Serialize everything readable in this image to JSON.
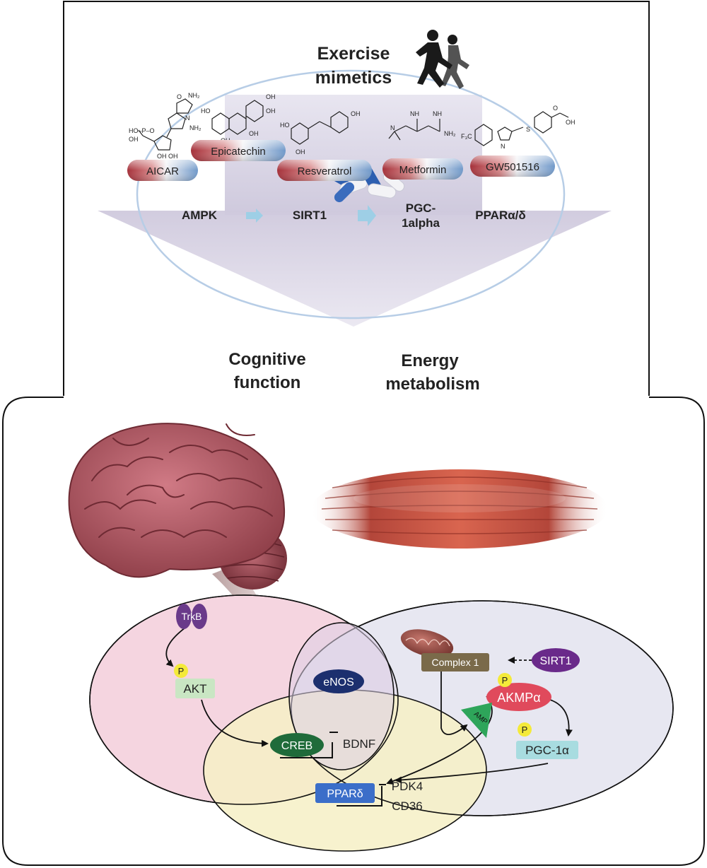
{
  "top": {
    "title_line1": "Exercise",
    "title_line2": "mimetics",
    "compounds": [
      {
        "name": "AICAR"
      },
      {
        "name": "Epicatechin"
      },
      {
        "name": "Resveratrol"
      },
      {
        "name": "Metformin"
      },
      {
        "name": "GW501516"
      }
    ],
    "pathway": {
      "ampk": "AMPK",
      "sirt1": "SIRT1",
      "pgc_line1": "PGC-",
      "pgc_line2": "1alpha",
      "ppar": "PPARα/δ"
    },
    "outcomes": {
      "cognitive_line1": "Cognitive",
      "cognitive_line2": "function",
      "energy_line1": "Energy",
      "energy_line2": "metabolism"
    },
    "chem": {
      "aicar_nh2_top": "NH₂",
      "aicar_nh2_side": "NH₂",
      "aicar_o": "O",
      "aicar_n": "N",
      "aicar_oh_a": "OH",
      "aicar_oh_b": "OH",
      "aicar_oh_c": "OH",
      "aicar_p": "HO–P–O",
      "epi_oh1": "OH",
      "epi_oh2": "OH",
      "epi_oh3": "OH",
      "epi_oh4": "OH",
      "epi_ho": "HO",
      "res_oh1": "OH",
      "res_ho": "HO",
      "res_oh2": "OH",
      "met_nh1": "NH",
      "met_nh2": "NH",
      "met_nh3": "NH₂",
      "met_n": "N",
      "gw_cf3": "F₃C",
      "gw_s": "S",
      "gw_n": "N",
      "gw_o": "O",
      "gw_oh": "OH"
    }
  },
  "bottom": {
    "trkb": "TrkB",
    "p_akt": "P",
    "akt": "AKT",
    "enos": "eNOS",
    "creb": "CREB",
    "bdnf": "BDNF",
    "ppard": "PPARδ",
    "pdk4": "PDK4",
    "cd36": "CD36",
    "complex1": "Complex 1",
    "sirt1": "SIRT1",
    "p_akmp": "P",
    "akmp": "AKMPα",
    "amp": "AMP",
    "p_pgc": "P",
    "pgc": "PGC-1α"
  },
  "colors": {
    "brain_ellipse": "#f5d5e0",
    "muscle_ellipse": "#e3e3ef",
    "overlap_ellipse": "#f6f0c6",
    "trkb": "#6a3a8a",
    "akt_box": "#c9e6c3",
    "enos": "#1c2f6e",
    "creb": "#1f6b3a",
    "ppard": "#3b6ec9",
    "complex1": "#7a6a4a",
    "sirt1": "#6a2a8a",
    "akmp": "#e04a5c",
    "amp": "#2ea55a",
    "pgc_box": "#a8dce0",
    "phospho": "#f4ea3a",
    "arrow_blue": "#9ecfe6"
  }
}
